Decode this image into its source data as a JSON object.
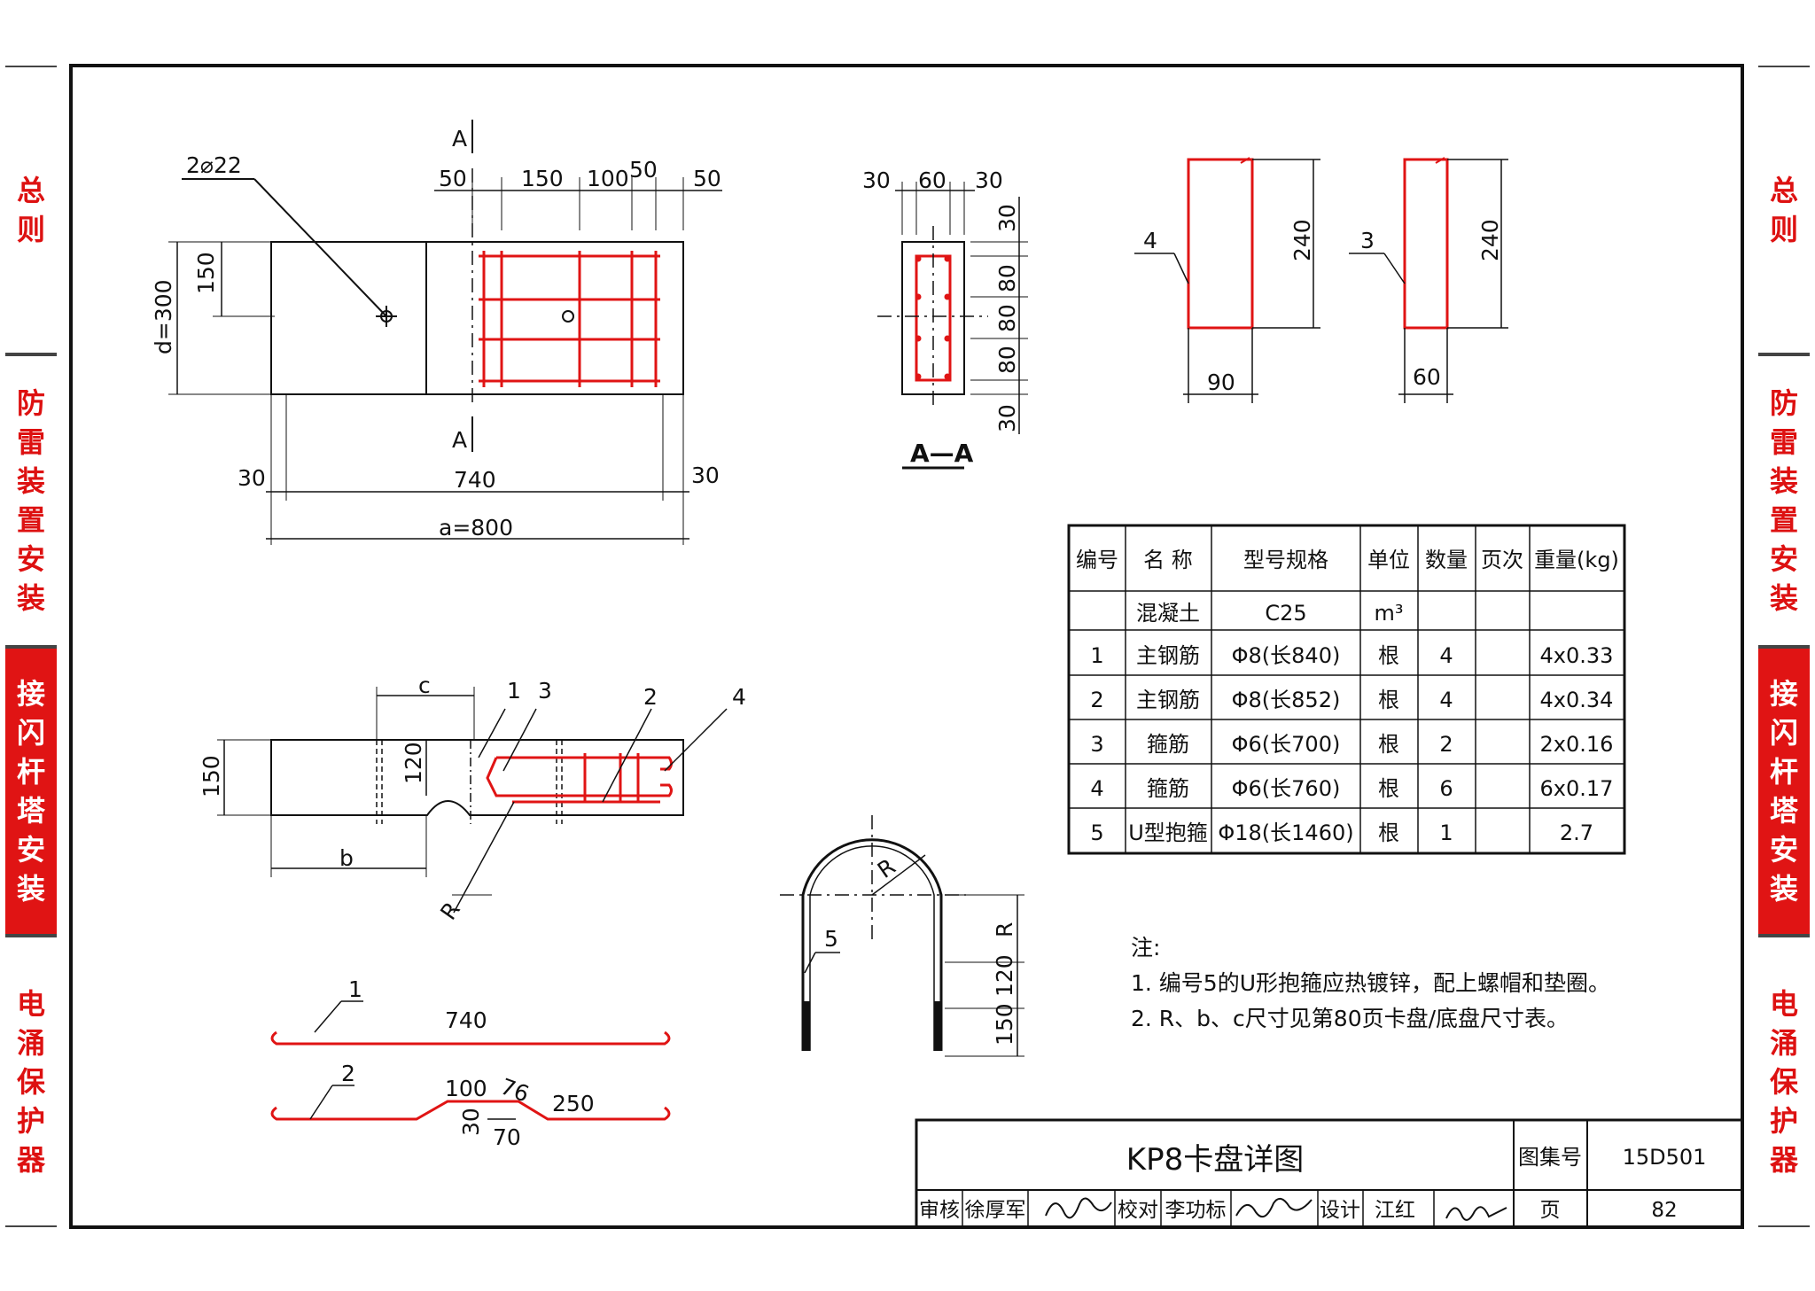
{
  "side_tabs": [
    {
      "label": "总则",
      "active": false
    },
    {
      "label": "防雷装置安装",
      "active": false
    },
    {
      "label": "接闪杆塔安装",
      "active": true
    },
    {
      "label": "电涌保护器",
      "active": false
    }
  ],
  "plan_view": {
    "hole_label": "2⌀22",
    "section_mark": "A",
    "dims_top": [
      "50",
      "150",
      "100",
      "50",
      "50"
    ],
    "dim_150": "150",
    "dim_d": "d=300",
    "dim_30_left": "30",
    "dim_740": "740",
    "dim_30_right": "30",
    "dim_a": "a=800"
  },
  "section_aa": {
    "dims_top": [
      "30",
      "60",
      "30"
    ],
    "dims_side": [
      "30",
      "80",
      "80",
      "80",
      "30"
    ],
    "title": "A—A"
  },
  "stirrups": {
    "s4_label": "4",
    "s4_height": "240",
    "s4_width": "90",
    "s3_label": "3",
    "s3_height": "240",
    "s3_width": "60"
  },
  "elevation": {
    "dim_c": "c",
    "dim_b": "b",
    "dim_150": "150",
    "dim_120": "120",
    "dim_R": "R",
    "labels": [
      "1",
      "3",
      "2",
      "4"
    ]
  },
  "bars": {
    "bar1_label": "1",
    "bar1_len": "740",
    "bar2_label": "2",
    "bar2_d1": "100",
    "bar2_d2": "76",
    "bar2_d3": "250",
    "bar2_d4": "30",
    "bar2_d5": "70"
  },
  "u_bolt": {
    "label": "5",
    "dim_R": "R",
    "dim_R2": "R",
    "dim_120": "120",
    "dim_150": "150"
  },
  "table": {
    "headers": [
      "编号",
      "名 称",
      "型号规格",
      "单位",
      "数量",
      "页次",
      "重量(kg)"
    ],
    "rows": [
      [
        "",
        "混凝土",
        "C25",
        "m³",
        "",
        "",
        ""
      ],
      [
        "1",
        "主钢筋",
        "Φ8(长840)",
        "根",
        "4",
        "",
        "4x0.33"
      ],
      [
        "2",
        "主钢筋",
        "Φ8(长852)",
        "根",
        "4",
        "",
        "4x0.34"
      ],
      [
        "3",
        "箍筋",
        "Φ6(长700)",
        "根",
        "2",
        "",
        "2x0.16"
      ],
      [
        "4",
        "箍筋",
        "Φ6(长760)",
        "根",
        "6",
        "",
        "6x0.17"
      ],
      [
        "5",
        "U型抱箍",
        "Φ18(长1460)",
        "根",
        "1",
        "",
        "2.7"
      ]
    ]
  },
  "notes": {
    "heading": "注:",
    "items": [
      "1. 编号5的U形抱箍应热镀锌，配上螺帽和垫圈。",
      "2. R、b、c尺寸见第80页卡盘/底盘尺寸表。"
    ]
  },
  "title_block": {
    "title": "KP8卡盘详图",
    "atlas_label": "图集号",
    "atlas_no": "15D501",
    "review_label": "审核",
    "reviewer": "徐厚军",
    "check_label": "校对",
    "checker": "李功标",
    "design_label": "设计",
    "designer": "江红",
    "page_label": "页",
    "page_no": "82"
  },
  "colors": {
    "rebar": "#e01414",
    "line": "#111111",
    "tab_active": "#e01414"
  }
}
